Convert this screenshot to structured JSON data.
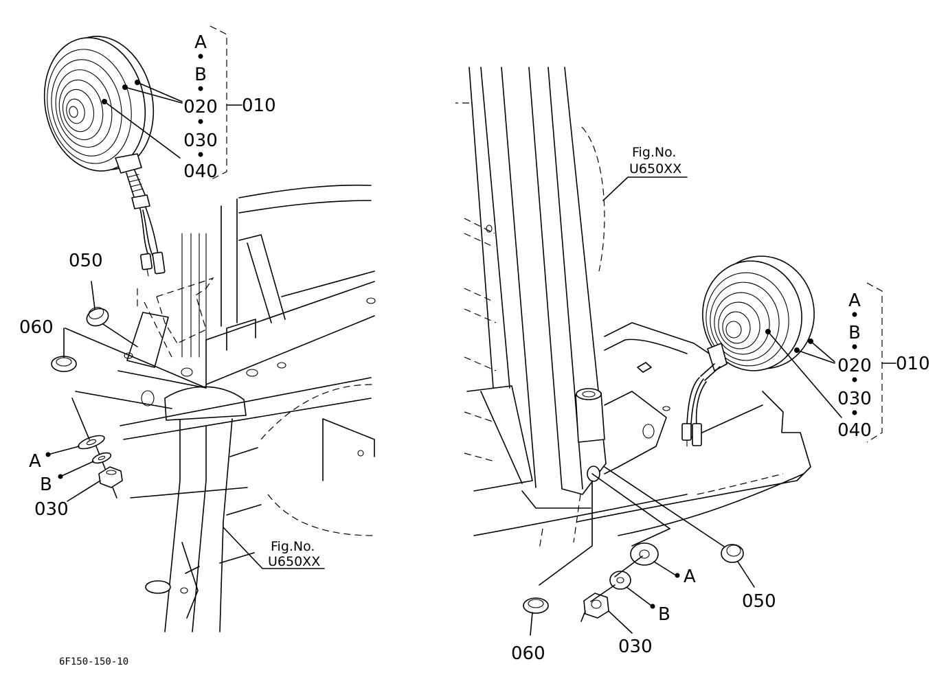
{
  "drawing_code": "6F150-150-10",
  "left_view": {
    "callouts": {
      "A_top": "A",
      "B_top": "B",
      "p020": "020",
      "p030_top": "030",
      "p040": "040",
      "assembly": "010",
      "p050": "050",
      "p060": "060",
      "A_low": "A",
      "B_low": "B",
      "p030_low": "030"
    },
    "fig_ref": {
      "line1": "Fig.No.",
      "line2": "U650XX"
    }
  },
  "right_view": {
    "callouts": {
      "A_top": "A",
      "B_top": "B",
      "p020": "020",
      "p030_top": "030",
      "p040": "040",
      "assembly": "010",
      "p050": "050",
      "p060": "060",
      "A_low": "A",
      "B_low": "B",
      "p030_low": "030"
    },
    "fig_ref": {
      "line1": "Fig.No.",
      "line2": "U650XX"
    }
  }
}
